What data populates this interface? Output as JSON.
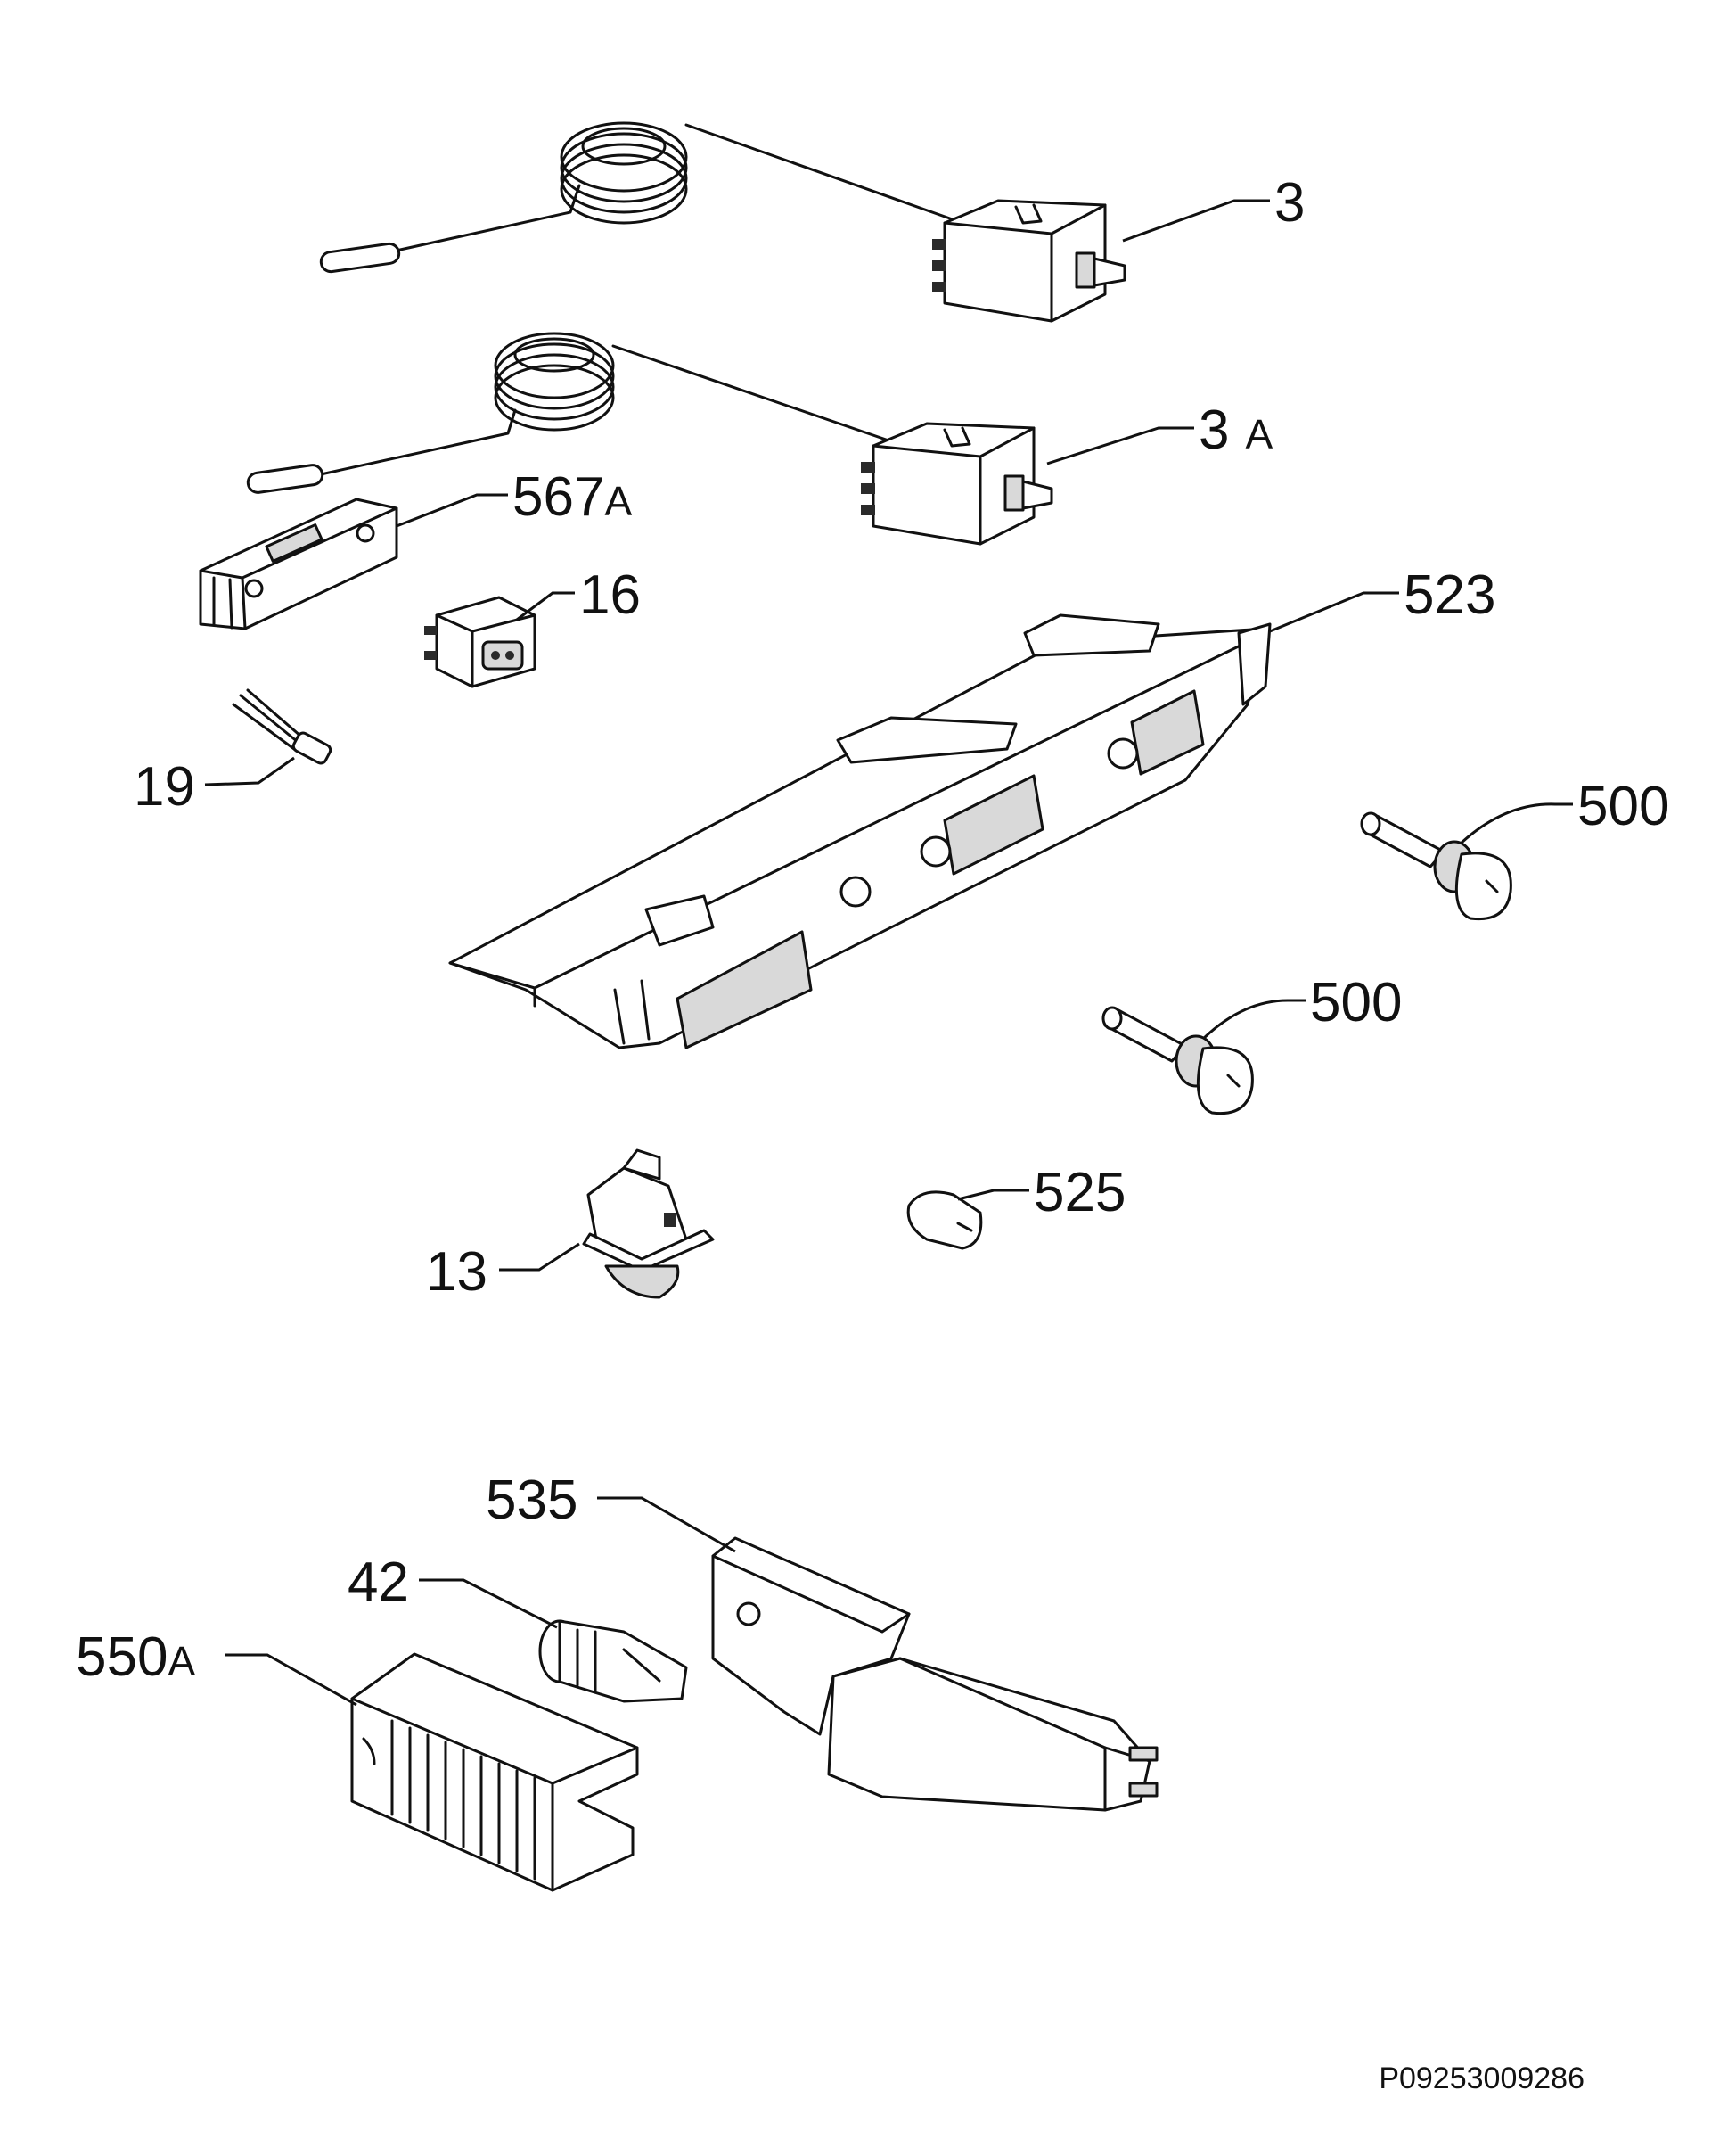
{
  "callouts": [
    {
      "id": "3",
      "number": "3",
      "suffix": ""
    },
    {
      "id": "3A",
      "number": "3",
      "suffix": "A"
    },
    {
      "id": "567A",
      "number": "567",
      "suffix": "A"
    },
    {
      "id": "16",
      "number": "16",
      "suffix": ""
    },
    {
      "id": "523",
      "number": "523",
      "suffix": ""
    },
    {
      "id": "19",
      "number": "19",
      "suffix": ""
    },
    {
      "id": "500a",
      "number": "500",
      "suffix": ""
    },
    {
      "id": "500b",
      "number": "500",
      "suffix": ""
    },
    {
      "id": "525",
      "number": "525",
      "suffix": ""
    },
    {
      "id": "13",
      "number": "13",
      "suffix": ""
    },
    {
      "id": "535",
      "number": "535",
      "suffix": ""
    },
    {
      "id": "42",
      "number": "42",
      "suffix": ""
    },
    {
      "id": "550A",
      "number": "550",
      "suffix": "A"
    }
  ],
  "document_code": "P09253009286"
}
